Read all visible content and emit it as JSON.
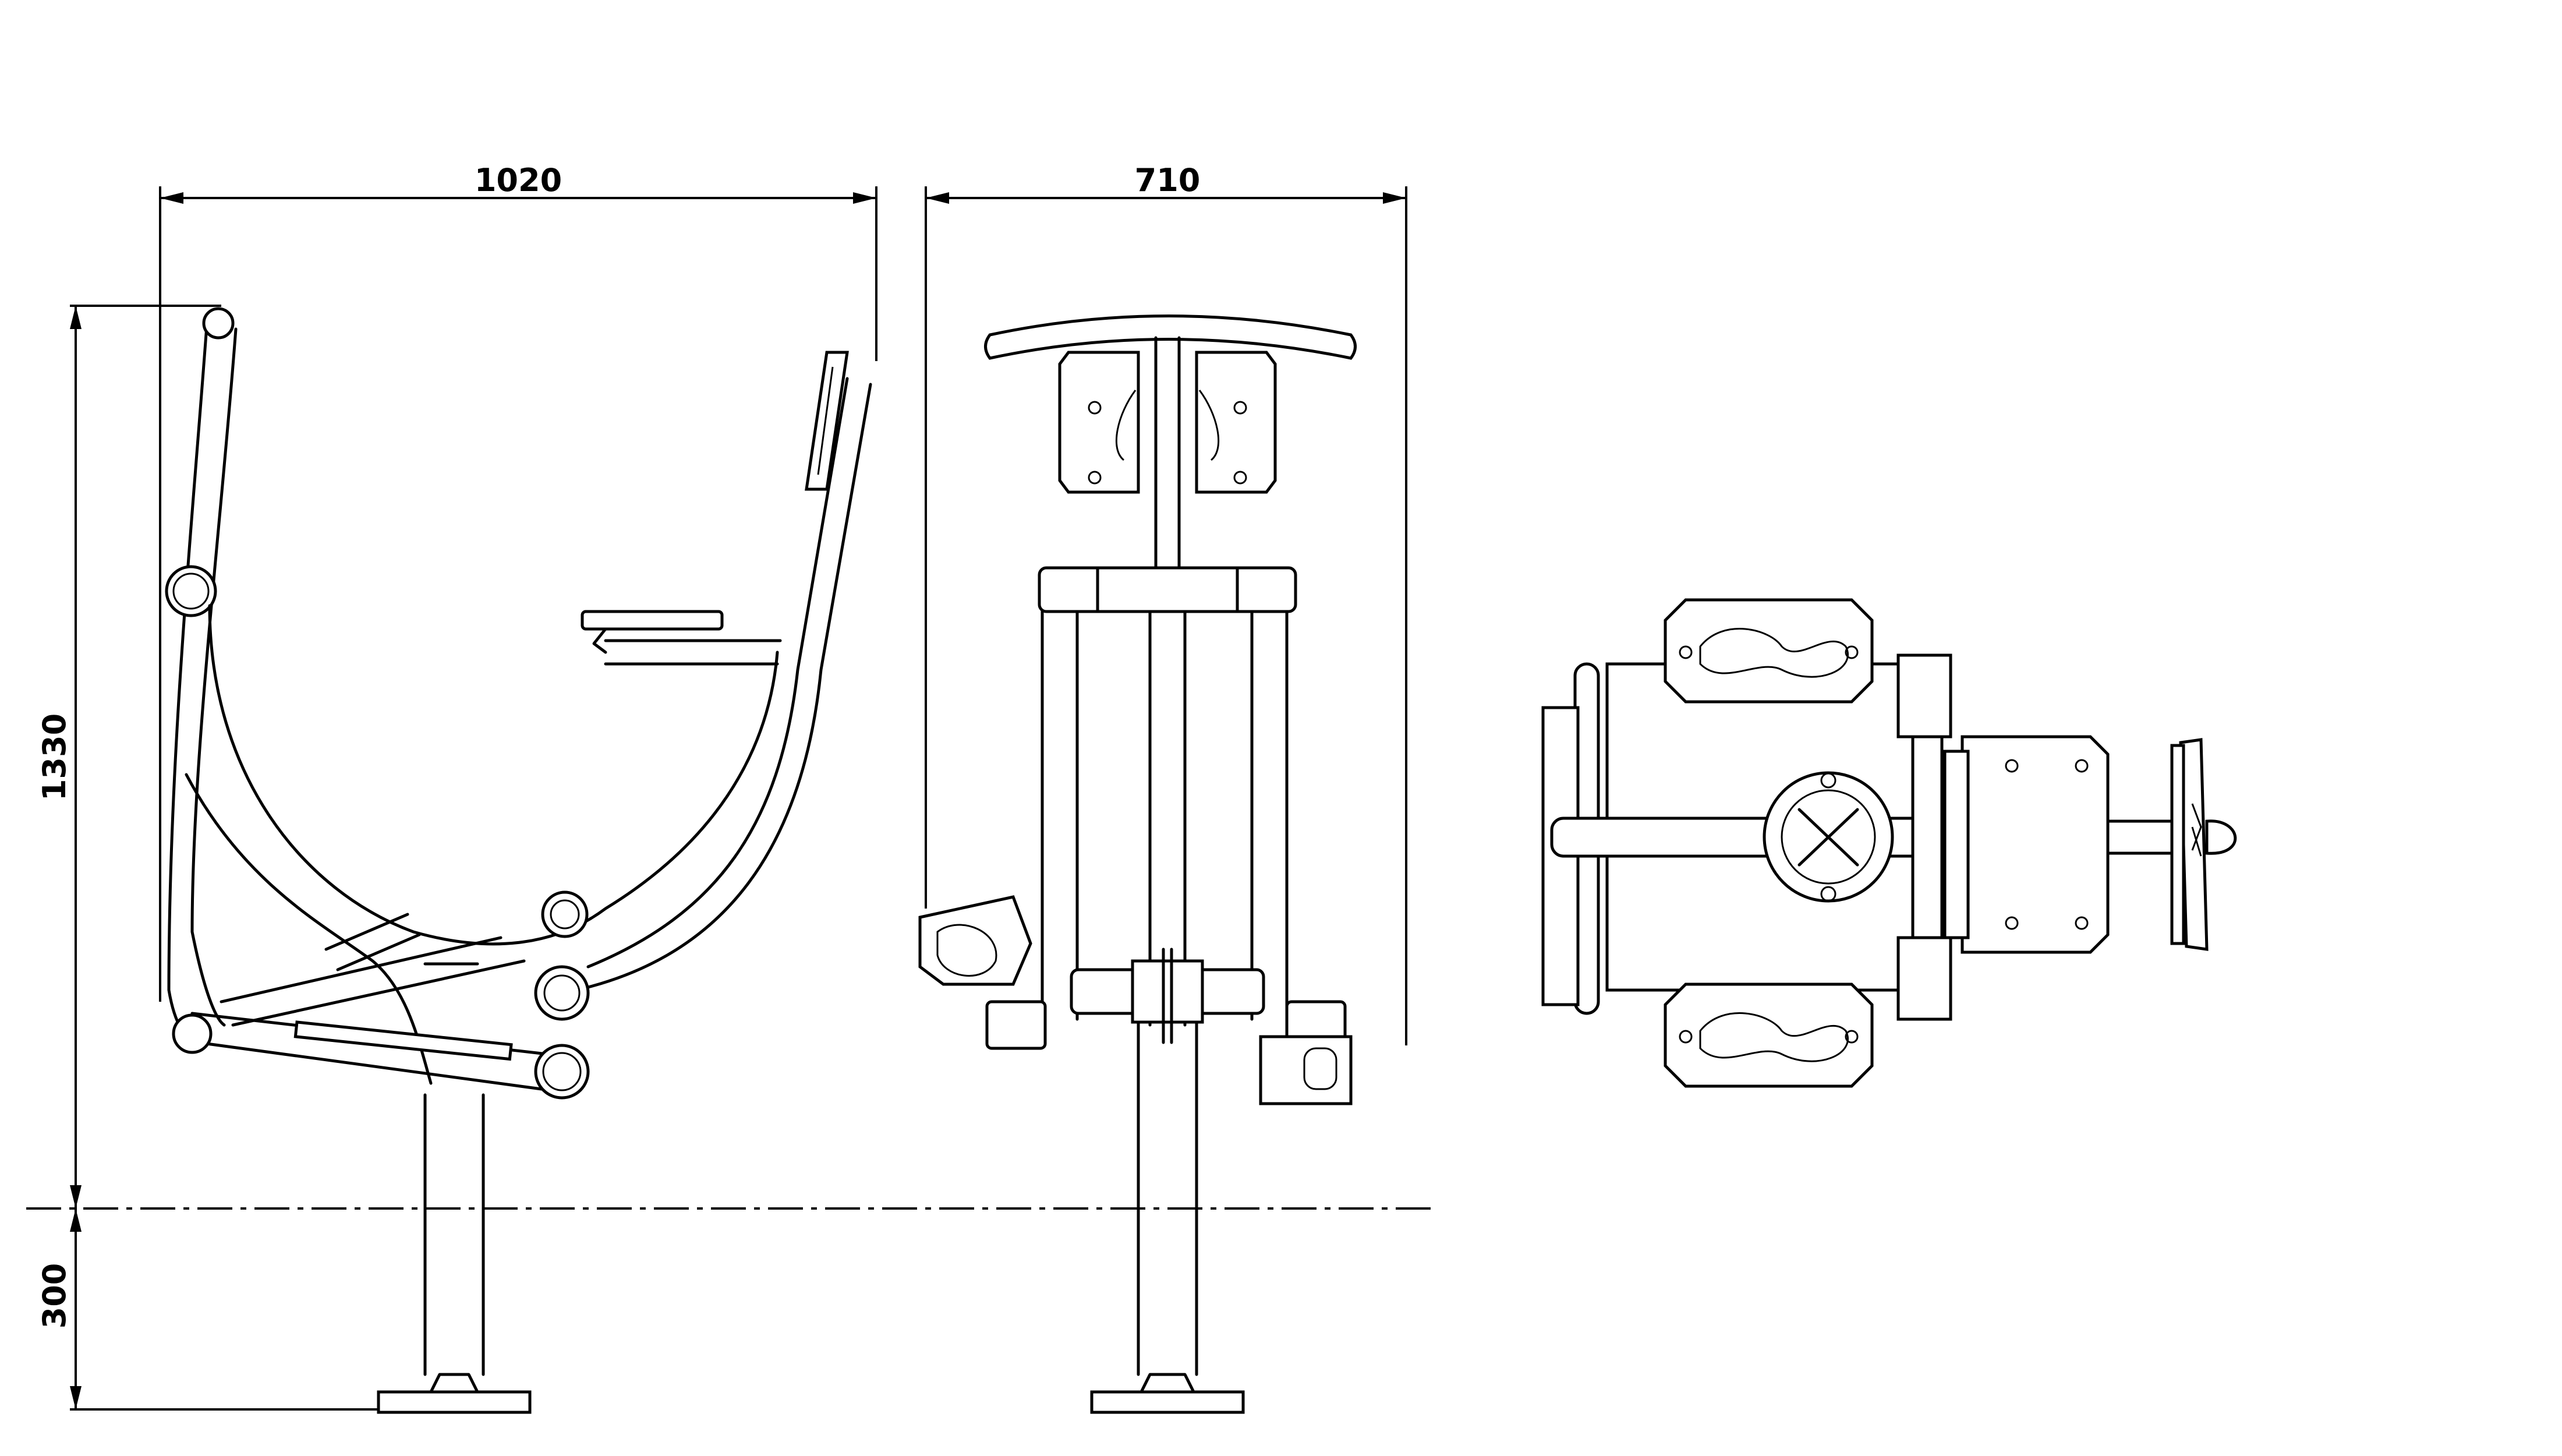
{
  "dimensions": {
    "side_width": "1020",
    "front_width": "710",
    "height_above_ground": "1330",
    "depth_below_ground": "300"
  },
  "views": [
    "side-view",
    "front-view",
    "top-view"
  ]
}
